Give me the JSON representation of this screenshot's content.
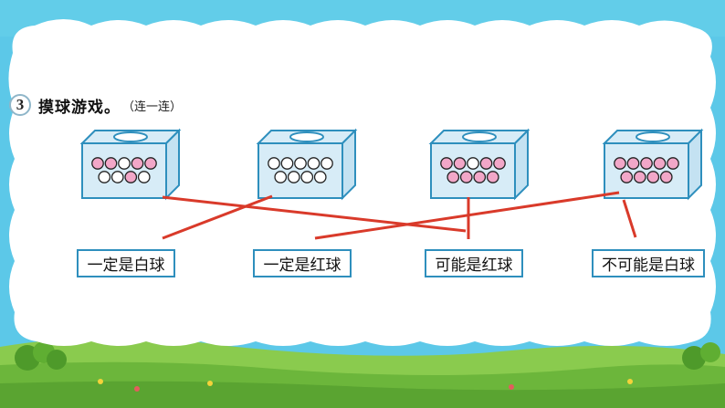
{
  "question": {
    "number": "3",
    "title": "摸球游戏。",
    "note": "（连一连）"
  },
  "boxes": [
    {
      "id": "box-1",
      "balls": [
        "red",
        "red",
        "white",
        "red",
        "red",
        "white",
        "white",
        "red",
        "white"
      ]
    },
    {
      "id": "box-2",
      "balls": [
        "white",
        "white",
        "white",
        "white",
        "white",
        "white",
        "white",
        "white",
        "white"
      ]
    },
    {
      "id": "box-3",
      "balls": [
        "red",
        "red",
        "white",
        "red",
        "red",
        "red",
        "red",
        "red",
        "red"
      ]
    },
    {
      "id": "box-4",
      "balls": [
        "red",
        "red",
        "red",
        "red",
        "red",
        "red",
        "red",
        "red",
        "red"
      ]
    }
  ],
  "labels": [
    {
      "id": "label-1",
      "text": "一定是白球"
    },
    {
      "id": "label-2",
      "text": "一定是红球"
    },
    {
      "id": "label-3",
      "text": "可能是红球"
    },
    {
      "id": "label-4",
      "text": "不可能是白球"
    }
  ],
  "colors": {
    "red_ball": "#f2a7c8",
    "white_ball": "#ffffff",
    "box_fill": "#d7ecf7",
    "box_edge": "#2e8fbd",
    "line": "#d93a2a",
    "sky": "#5cc8e8",
    "grass": "#7fc44a"
  }
}
